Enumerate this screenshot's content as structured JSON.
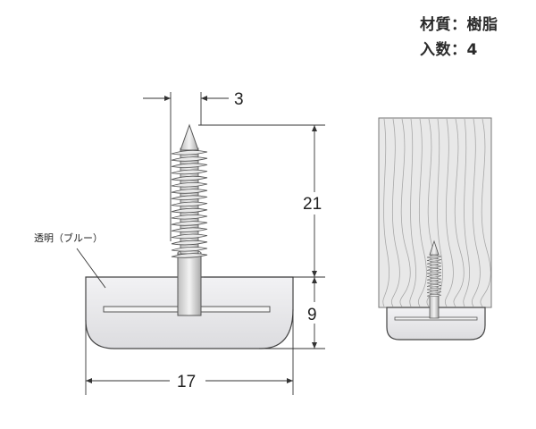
{
  "spec": {
    "material_label": "材質",
    "material_value": "樹脂",
    "quantity_label": "入数",
    "quantity_value": "4",
    "separator": "："
  },
  "dimensions": {
    "screw_diameter": "3",
    "screw_length": "21",
    "base_height": "9",
    "base_width": "17"
  },
  "callout": {
    "transparent_label": "透明（ブルー）"
  },
  "colors": {
    "base_fill": "#e7e7e9",
    "wood_fill": "#e6e6e6",
    "line": "#333333"
  }
}
